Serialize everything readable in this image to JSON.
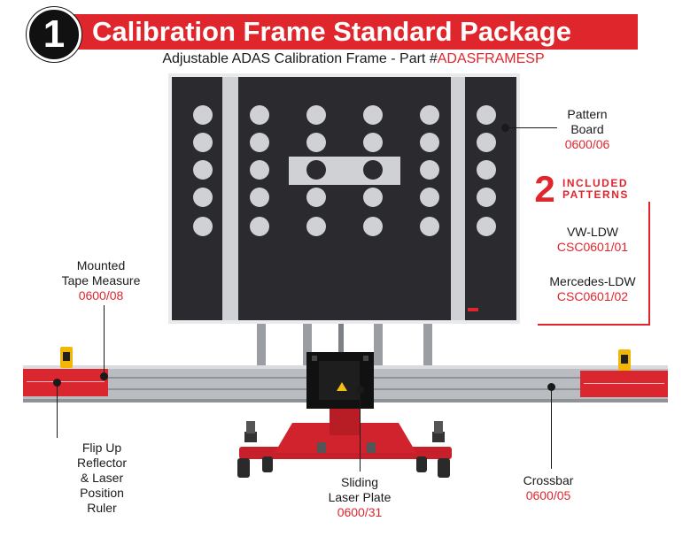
{
  "header": {
    "number": "1",
    "title": "Calibration Frame Standard Package",
    "subtitle_prefix": "Adjustable ADAS Calibration Frame - Part #",
    "part_number": "ADASFRAMESP"
  },
  "included": {
    "count": "2",
    "line1": "INCLUDED",
    "line2": "PATTERNS",
    "patterns": [
      {
        "name": "VW-LDW",
        "code": "CSC0601/01"
      },
      {
        "name": "Mercedes-LDW",
        "code": "CSC0601/02"
      }
    ]
  },
  "callouts": {
    "pattern_board": {
      "line1": "Pattern",
      "line2": "Board",
      "code": "0600/06"
    },
    "tape_measure": {
      "line1": "Mounted",
      "line2": "Tape Measure",
      "code": "0600/08"
    },
    "reflector": {
      "line1": "Flip Up",
      "line2": "Reflector",
      "line3": "& Laser",
      "line4": "Position",
      "line5": "Ruler"
    },
    "laser_plate": {
      "line1": "Sliding",
      "line2": "Laser Plate",
      "code": "0600/31"
    },
    "crossbar": {
      "line1": "Crossbar",
      "code": "0600/05"
    }
  },
  "colors": {
    "accent": "#e0262d",
    "board": "#2b2b2f",
    "frame": "#b9bcc0"
  }
}
